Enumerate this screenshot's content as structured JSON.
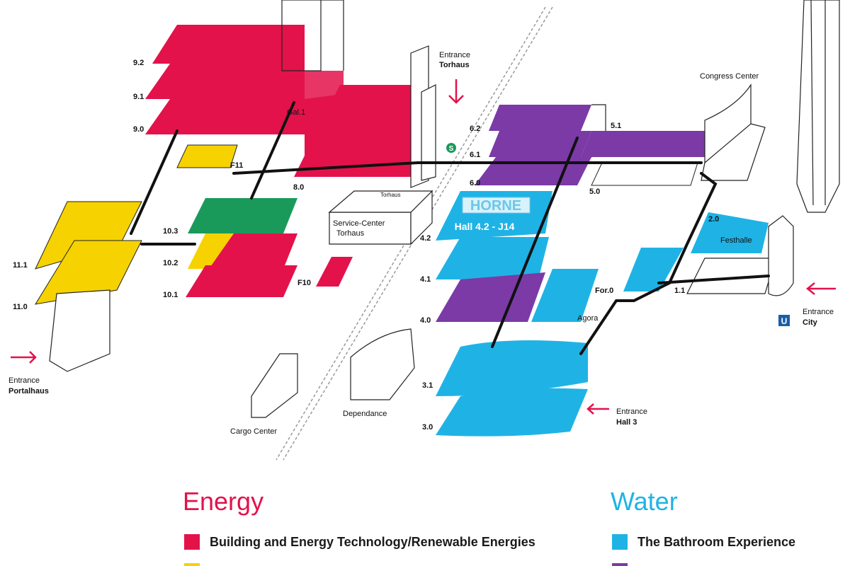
{
  "colors": {
    "energy": "#e3124b",
    "yellow": "#f6d200",
    "green": "#1a9a5a",
    "water": "#1fb3e5",
    "purple": "#7b3aa6",
    "arrow": "#e3124b"
  },
  "halls": {
    "h9_2": "9.2",
    "h9_1": "9.1",
    "h9_0": "9.0",
    "h8_0": "8.0",
    "h11_1": "11.1",
    "h11_0": "11.0",
    "h10_3": "10.3",
    "h10_2": "10.2",
    "h10_1": "10.1",
    "f10": "F10",
    "f11": "F11",
    "h6_2": "6.2",
    "h6_1": "6.1",
    "h6_0": "6.0",
    "h5_1": "5.1",
    "h5_0": "5.0",
    "h4_2": "4.2",
    "h4_1": "4.1",
    "h4_0": "4.0",
    "h3_1": "3.1",
    "h3_0": "3.0",
    "h2_0": "2.0",
    "h1_1": "1.1",
    "for0": "For.0"
  },
  "places": {
    "gal1": "Gal.1",
    "congress_center": "Congress Center",
    "service_center_1": "Service-Center",
    "service_center_2": "Torhaus",
    "torhaus_small": "Torhaus",
    "festhalle": "Festhalle",
    "agora": "Agora",
    "dependance": "Dependance",
    "cargo_center": "Cargo Center",
    "s_bahn": "S",
    "u_bahn": "U"
  },
  "entrances": {
    "entrance_word": "Entrance",
    "torhaus": "Torhaus",
    "portalhaus": "Portalhaus",
    "city": "City",
    "hall3": "Hall 3"
  },
  "exhibitor": {
    "name": "HORNE",
    "location": "Hall 4.2 - J14"
  },
  "legend": {
    "energy_heading": "Energy",
    "water_heading": "Water",
    "energy_item": "Building and Energy Technology/Renewable Energies",
    "water_item": "The Bathroom Experience"
  }
}
